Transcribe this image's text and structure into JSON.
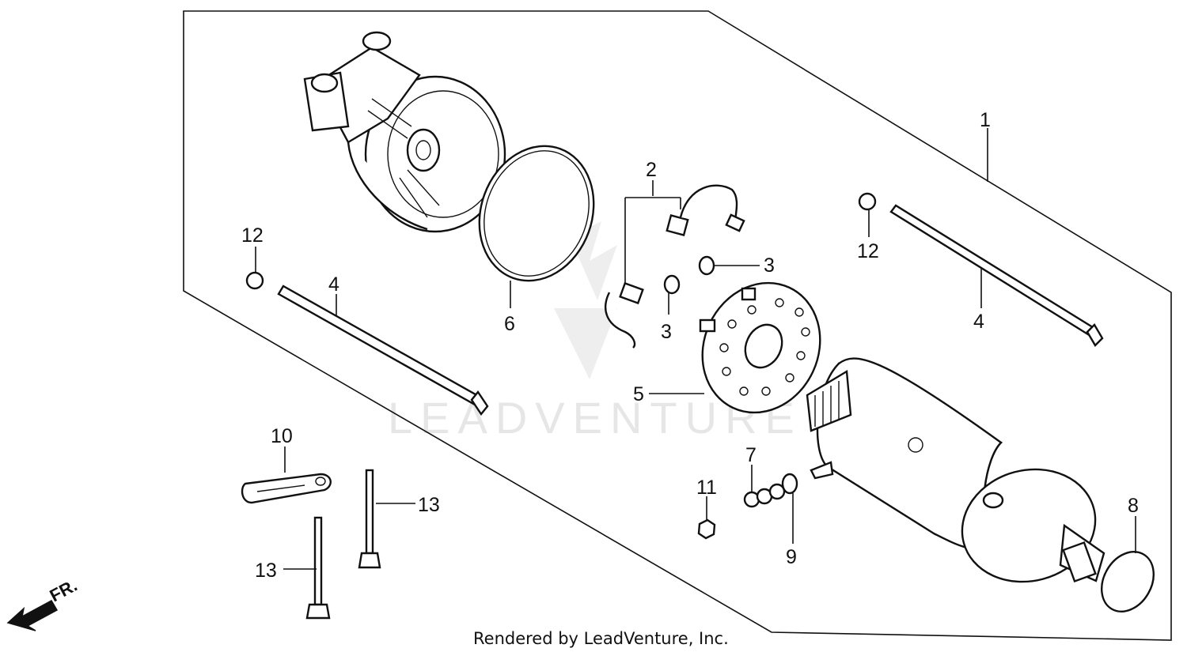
{
  "watermark": "LEADVENTURE",
  "credit": "Rendered by LeadVenture, Inc.",
  "direction": {
    "label": "FR.",
    "icon": "front-direction-arrow-icon"
  },
  "callouts": {
    "p1": "1",
    "p2": "2",
    "p3a": "3",
    "p3b": "3",
    "p4a": "4",
    "p4b": "4",
    "p5": "5",
    "p6": "6",
    "p7": "7",
    "p8": "8",
    "p9": "9",
    "p10": "10",
    "p11": "11",
    "p12a": "12",
    "p12b": "12",
    "p13a": "13",
    "p13b": "13"
  }
}
